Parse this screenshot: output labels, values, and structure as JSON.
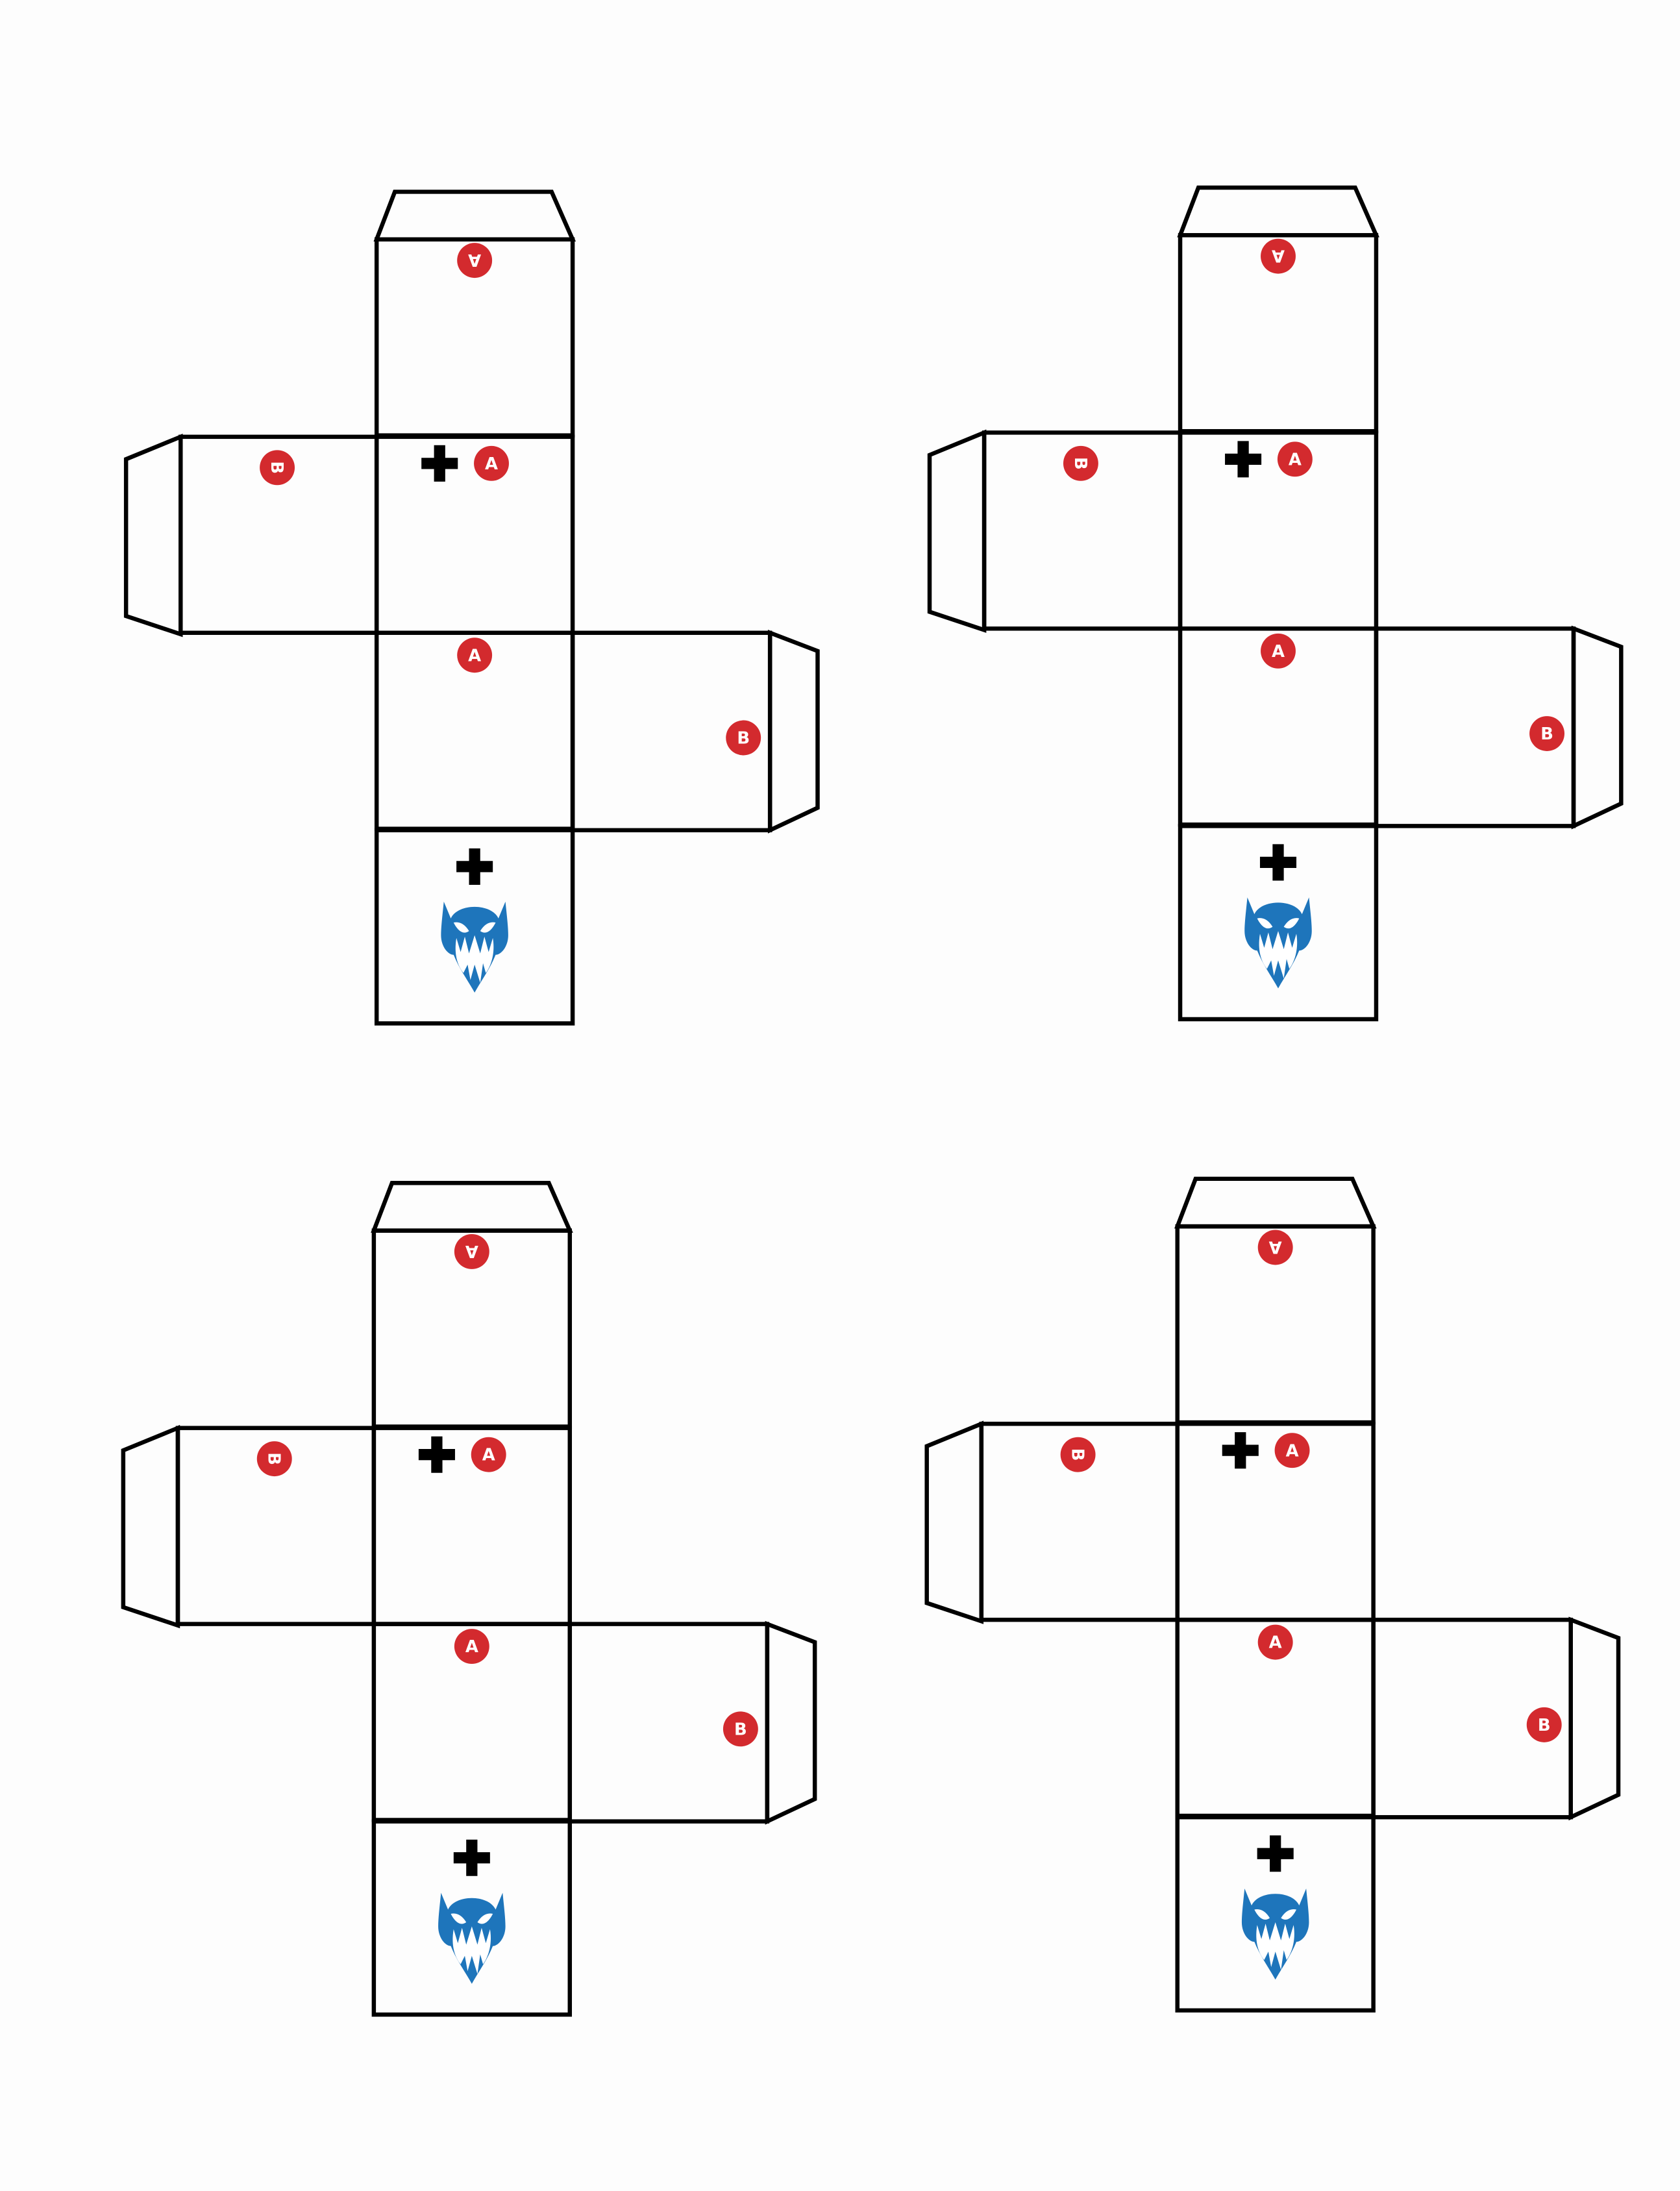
{
  "colors": {
    "background": "#fdfdfd",
    "badge": "#d32a2e",
    "monster": "#1e75bb",
    "outline": "#000000"
  },
  "net_template": {
    "badges": {
      "top_face": "A",
      "left_arm": "B",
      "second_face": "A",
      "third_face": "A",
      "right_arm": "B"
    },
    "icons": [
      "plus-icon",
      "plus-icon",
      "monster-face-icon"
    ]
  },
  "nets": [
    {
      "name": "dice-net-top-left"
    },
    {
      "name": "dice-net-top-right"
    },
    {
      "name": "dice-net-bottom-left"
    },
    {
      "name": "dice-net-bottom-right"
    }
  ]
}
